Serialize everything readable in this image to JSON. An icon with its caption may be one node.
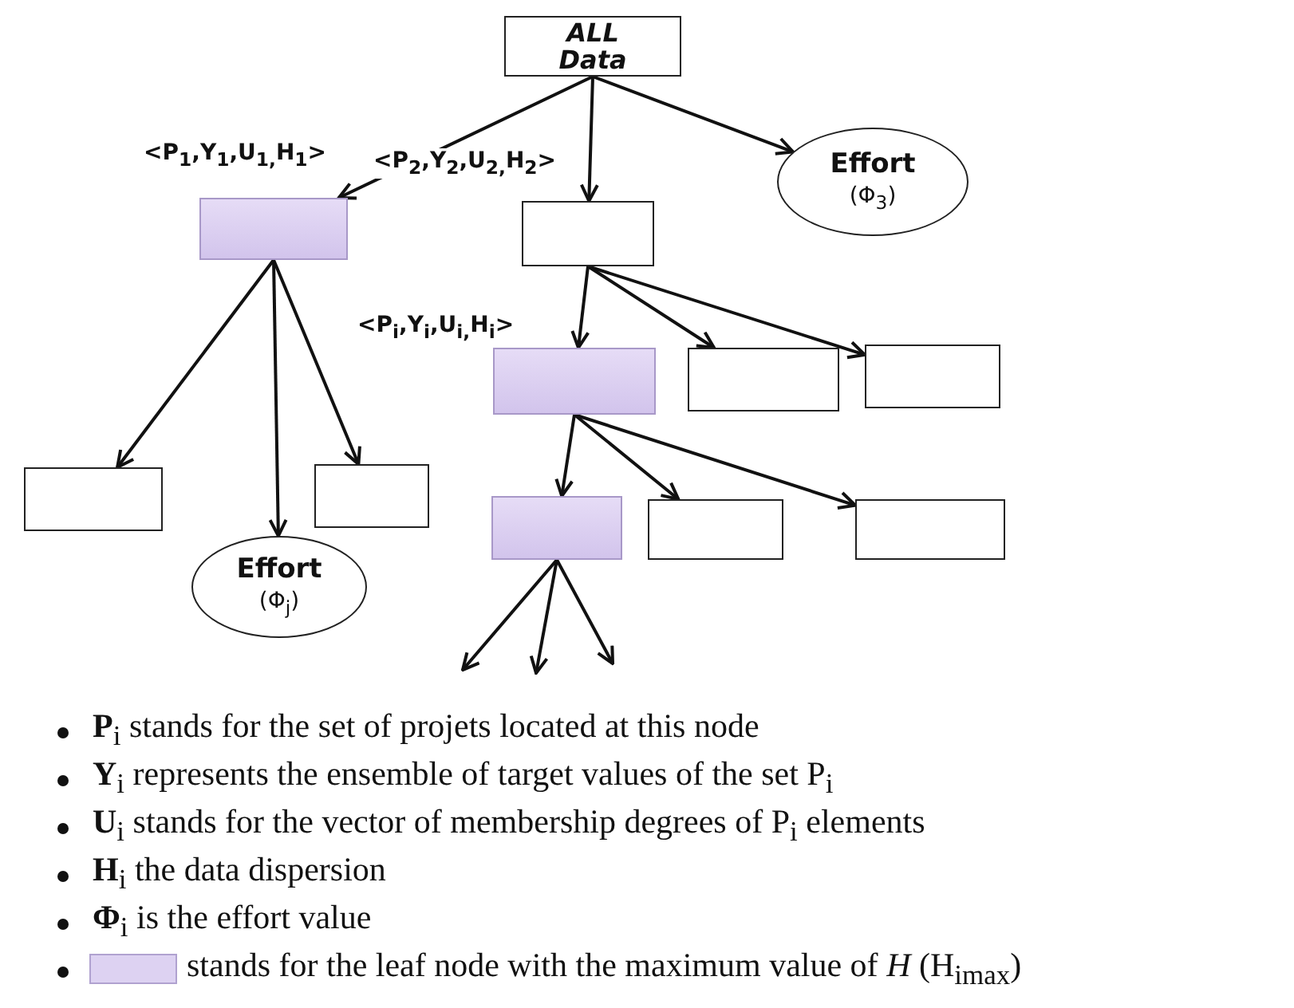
{
  "diagram": {
    "nodes": [
      {
        "text": [
          "ALL Data"
        ]
      },
      {
        "text": [],
        "shape": "box",
        "beside": [
          "<P$_{1}$,Y$_{1}$,U$_{1,}$H$_{1}$>"
        ]
      },
      {
        "text": [],
        "shape": "box",
        "beside": [
          "<P$_{2}$,Y$_{2}$,U$_{2,}$H$_{2}$>"
        ]
      },
      {
        "text": [
          "Effort",
          "(Φ$_{3}$)"
        ]
      },
      {
        "text": [],
        "shape": "box",
        "beside": [
          "<P$_{i}$,Y$_{i}$,U$_{i,}$H$_{i}$>"
        ]
      },
      {
        "text": [],
        "shape": "box"
      },
      {
        "text": [],
        "shape": "box"
      },
      {
        "text": [],
        "shape": "box"
      },
      {
        "text": [
          "Effort",
          "(Φ$_{j}$)"
        ]
      },
      {
        "text": [],
        "shape": "box"
      },
      {
        "text": [],
        "shape": "box"
      },
      {
        "text": [],
        "shape": "box"
      },
      {
        "text": [],
        "shape": "box"
      }
    ],
    "edges": [
      {
        "from": 0,
        "to": 1,
        "arrow": "to"
      },
      {
        "from": 0,
        "to": 2,
        "arrow": "to"
      },
      {
        "from": 0,
        "to": 3,
        "arrow": "to"
      },
      {
        "from": 1,
        "to": 7,
        "arrow": "to"
      },
      {
        "from": 1,
        "to": 8,
        "arrow": "to"
      },
      {
        "from": 1,
        "to": 9,
        "arrow": "to"
      },
      {
        "from": 2,
        "to": 4,
        "arrow": "to"
      },
      {
        "from": 2,
        "to": 5,
        "arrow": "to"
      },
      {
        "from": 2,
        "to": 6,
        "arrow": "to"
      },
      {
        "from": 4,
        "to": 10,
        "arrow": "to"
      },
      {
        "from": 4,
        "to": 11,
        "arrow": "to"
      },
      {
        "from": 4,
        "to": 12,
        "arrow": "to"
      },
      {
        "from": 10,
        "to": null,
        "arrow": "to"
      },
      {
        "from": 10,
        "to": null,
        "arrow": "to"
      },
      {
        "from": 10,
        "to": null,
        "arrow": "to"
      }
    ],
    "labels": [
      "**P**$_{i}$ stands for the set of projets located at this node",
      "**Y**$_{i}$ represents the ensemble of target values of the set P$_{i}$",
      "**U**$_{i}$ stands for the vector of membership degrees of P$_{i}$ elements",
      "**H**$_{i}$ the data dispersion",
      "**Φ**$_{i}$ is the effort value"
    ],
    "legend": [
      {
        "text": "stands for the leaf node with the maximum value of *H* (H$_{imax}$)",
        "color": "#ddd2f2"
      }
    ]
  }
}
